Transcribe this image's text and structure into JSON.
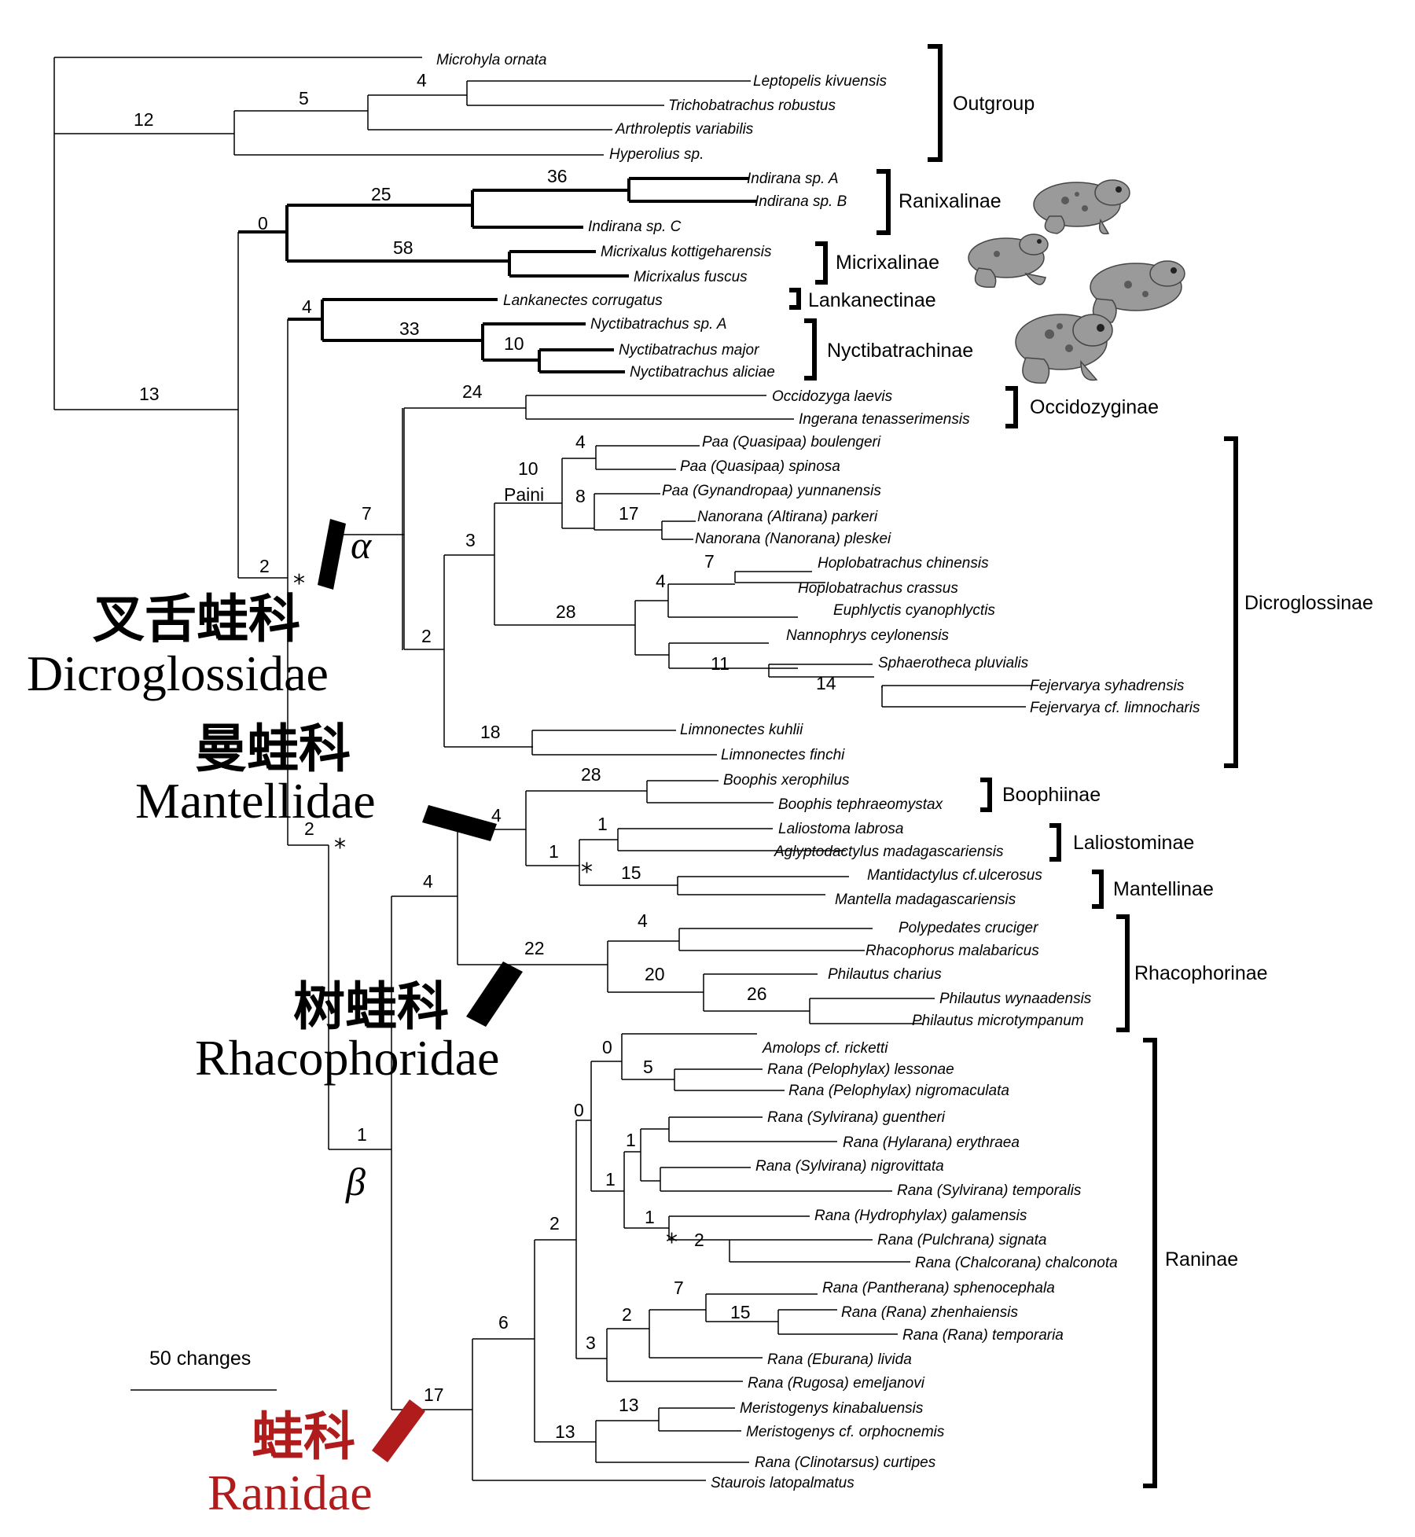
{
  "taxa": {
    "microhyla": "Microhyla ornata",
    "leptopelis": "Leptopelis kivuensis",
    "trichobatrachus": "Trichobatrachus robustus",
    "arthroleptis": "Arthroleptis variabilis",
    "hyperolius": "Hyperolius sp.",
    "indirana_a": "Indirana sp. A",
    "indirana_b": "Indirana sp. B",
    "indirana_c": "Indirana sp. C",
    "micrixalus_k": "Micrixalus kottigeharensis",
    "micrixalus_f": "Micrixalus fuscus",
    "lankanectes": "Lankanectes corrugatus",
    "nyctibatrachus_a": "Nyctibatrachus sp. A",
    "nyctibatrachus_m": "Nyctibatrachus major",
    "nyctibatrachus_al": "Nyctibatrachus aliciae",
    "occidozyga": "Occidozyga laevis",
    "ingerana": "Ingerana tenasserimensis",
    "paa_boulengeri": "Paa (Quasipaa) boulengeri",
    "paa_spinosa": "Paa (Quasipaa) spinosa",
    "paa_yunnanensis": "Paa (Gynandropaa) yunnanensis",
    "nanorana_parkeri": "Nanorana (Altirana) parkeri",
    "nanorana_pleskei": "Nanorana (Nanorana) pleskei",
    "hoplo_chinensis": "Hoplobatrachus chinensis",
    "hoplo_crassus": "Hoplobatrachus crassus",
    "euphlyctis": "Euphlyctis cyanophlyctis",
    "nannophrys": "Nannophrys ceylonensis",
    "sphaerotheca": "Sphaerotheca pluvialis",
    "fejervarya_s": "Fejervarya syhadrensis",
    "fejervarya_l": "Fejervarya cf. limnocharis",
    "limnonectes_k": "Limnonectes kuhlii",
    "limnonectes_f": "Limnonectes finchi",
    "boophis_x": "Boophis xerophilus",
    "boophis_t": "Boophis tephraeomystax",
    "laliostoma": "Laliostoma labrosa",
    "aglyptodactylus": "Aglyptodactylus madagascariensis",
    "mantidactylus": "Mantidactylus cf.ulcerosus",
    "mantella": "Mantella madagascariensis",
    "polypedates": "Polypedates cruciger",
    "rhacophorus": "Rhacophorus malabaricus",
    "philautus_c": "Philautus charius",
    "philautus_w": "Philautus wynaadensis",
    "philautus_m": "Philautus microtympanum",
    "amolops": "Amolops cf. ricketti",
    "rana_lessonae": "Rana (Pelophylax) lessonae",
    "rana_nigromaculata": "Rana (Pelophylax) nigromaculata",
    "rana_guentheri": "Rana (Sylvirana) guentheri",
    "rana_erythraea": "Rana (Hylarana) erythraea",
    "rana_nigrovittata": "Rana (Sylvirana) nigrovittata",
    "rana_temporalis": "Rana (Sylvirana) temporalis",
    "rana_galamensis": "Rana (Hydrophylax) galamensis",
    "rana_signata": "Rana (Pulchrana) signata",
    "rana_chalconota": "Rana (Chalcorana) chalconota",
    "rana_sphenocephala": "Rana (Pantherana) sphenocephala",
    "rana_zhenhaiensis": "Rana (Rana) zhenhaiensis",
    "rana_temporaria": "Rana (Rana) temporaria",
    "rana_livida": "Rana (Eburana) livida",
    "rana_emeljanovi": "Rana (Rugosa) emeljanovi",
    "meristogenys_k": "Meristogenys kinabaluensis",
    "meristogenys_o": "Meristogenys cf. orphocnemis",
    "rana_curtipes": "Rana (Clinotarsus) curtipes",
    "staurois": "Staurois latopalmatus"
  },
  "support": {
    "s12": "12",
    "s5": "5",
    "s4a": "4",
    "s13": "13",
    "s0a": "0",
    "s25": "25",
    "s36": "36",
    "s58": "58",
    "s4b": "4",
    "s33": "33",
    "s10a": "10",
    "s2a": "2",
    "s7a": "7",
    "s24": "24",
    "s2b": "2",
    "s3a": "3",
    "s10b": "10",
    "s4c": "4",
    "s8": "8",
    "s17a": "17",
    "s28a": "28",
    "s4d": "4",
    "s7b": "7",
    "s11": "11",
    "s14": "14",
    "s18": "18",
    "s2c": "2",
    "s4e": "4",
    "s28b": "28",
    "s1a": "1",
    "s1b": "1",
    "s15a": "15",
    "s4f": "4",
    "s22": "22",
    "s4g": "4",
    "s20": "20",
    "s26": "26",
    "s1c": "1",
    "s17b": "17",
    "s6": "6",
    "s2d": "2",
    "s0b": "0",
    "s0c": "0",
    "s5b": "5",
    "s1d": "1",
    "s1e": "1",
    "s1f": "1",
    "s2e": "2",
    "s3b": "3",
    "s2f": "2",
    "s7c": "7",
    "s15b": "15",
    "s13b": "13",
    "s13c": "13"
  },
  "tribe_label": "Paini",
  "groups": {
    "outgroup": "Outgroup",
    "ranixalinae": "Ranixalinae",
    "micrixalinae": "Micrixalinae",
    "lankanectinae": "Lankanectinae",
    "nyctibatrachinae": "Nyctibatrachinae",
    "occidozyginae": "Occidozyginae",
    "dicroglossinae": "Dicroglossinae",
    "boophiinae": "Boophiinae",
    "laliostominae": "Laliostominae",
    "mantellinae": "Mantellinae",
    "rhacophorinae": "Rhacophorinae",
    "raninae": "Raninae"
  },
  "families": {
    "dicroglossidae_zh": "叉舌蛙科",
    "dicroglossidae_en": "Dicroglossidae",
    "mantellidae_zh": "曼蛙科",
    "mantellidae_en": "Mantellidae",
    "rhacophoridae_zh": "树蛙科",
    "rhacophoridae_en": "Rhacophoridae",
    "ranidae_zh": "蛙科",
    "ranidae_en": "Ranidae"
  },
  "greek": {
    "alpha": "α",
    "beta": "β"
  },
  "scale_label": "50 changes",
  "colors": {
    "ranidae": "#b01c1c",
    "branch": "#000000"
  },
  "icons": [
    "frog-illustration",
    "asterisk-node-marker"
  ]
}
